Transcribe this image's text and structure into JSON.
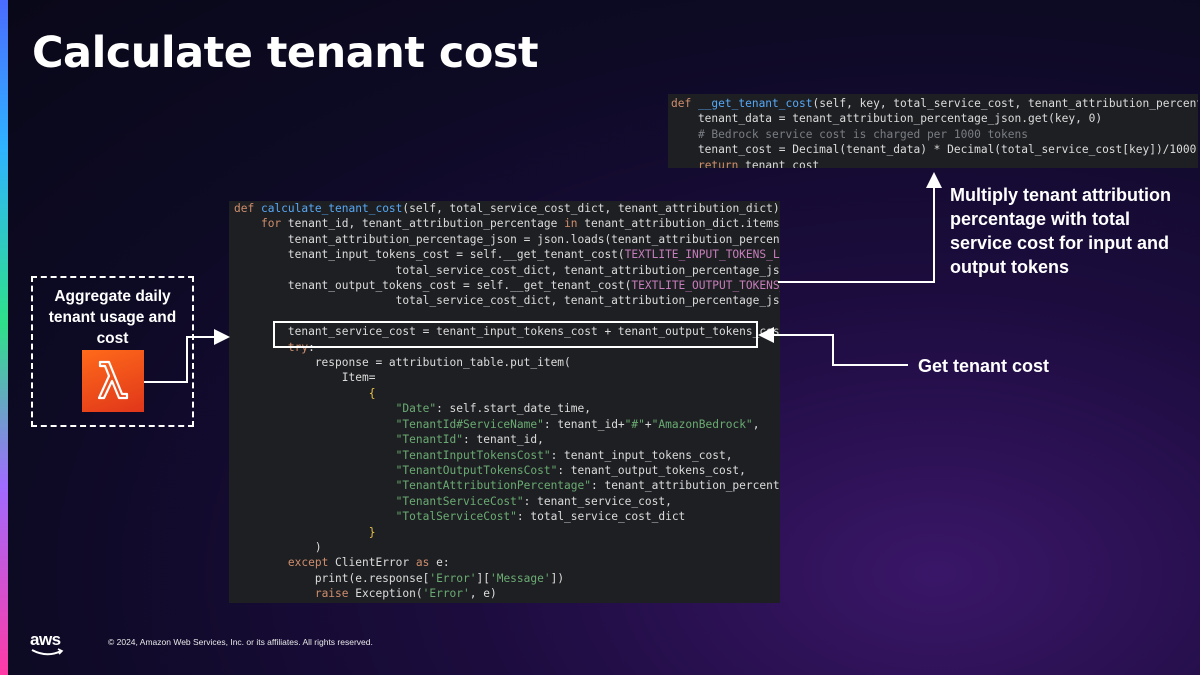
{
  "slide": {
    "title": "Calculate tenant cost",
    "copyright": "© 2024, Amazon Web Services, Inc. or its affiliates. All rights reserved.",
    "logo_text": "aws"
  },
  "lambda_block": {
    "label": "Aggregate daily tenant usage and cost",
    "icon": "lambda-icon",
    "tile_color": "#ed4f1c"
  },
  "callouts": {
    "multiply": "Multiply tenant attribution percentage with total service cost for input and output tokens",
    "get_cost": "Get tenant cost"
  },
  "code_top": {
    "lines": [
      "def __get_tenant_cost(self, key, total_service_cost, tenant_attribution_percentage_json):",
      "    tenant_data = tenant_attribution_percentage_json.get(key, 0)",
      "    # Bedrock service cost is charged per 1000 tokens",
      "    tenant_cost = Decimal(tenant_data) * Decimal(total_service_cost[key])/1000",
      "    return tenant_cost"
    ]
  },
  "code_main": {
    "lines": [
      "def calculate_tenant_cost(self, total_service_cost_dict, tenant_attribution_dict):",
      "    for tenant_id, tenant_attribution_percentage in tenant_attribution_dict.items():",
      "        tenant_attribution_percentage_json = json.loads(tenant_attribution_percentage)",
      "        tenant_input_tokens_cost = self.__get_tenant_cost(TEXTLITE_INPUT_TOKENS_LABEL,",
      "                        total_service_cost_dict, tenant_attribution_percentage_json)",
      "        tenant_output_tokens_cost = self.__get_tenant_cost(TEXTLITE_OUTPUT_TOKENS_LABEL,",
      "                        total_service_cost_dict, tenant_attribution_percentage_json)",
      "",
      "        tenant_service_cost = tenant_input_tokens_cost + tenant_output_tokens_cost",
      "        try:",
      "            response = attribution_table.put_item(",
      "                Item=",
      "                    {",
      "                        \"Date\": self.start_date_time,",
      "                        \"TenantId#ServiceName\": tenant_id+\"#\"+\"AmazonBedrock\",",
      "                        \"TenantId\": tenant_id,",
      "                        \"TenantInputTokensCost\": tenant_input_tokens_cost,",
      "                        \"TenantOutputTokensCost\": tenant_output_tokens_cost,",
      "                        \"TenantAttributionPercentage\": tenant_attribution_percentage,",
      "                        \"TenantServiceCost\": tenant_service_cost,",
      "                        \"TotalServiceCost\": total_service_cost_dict",
      "                    }",
      "            )",
      "        except ClientError as e:",
      "            print(e.response['Error']['Message'])",
      "            raise Exception('Error', e)"
    ]
  }
}
